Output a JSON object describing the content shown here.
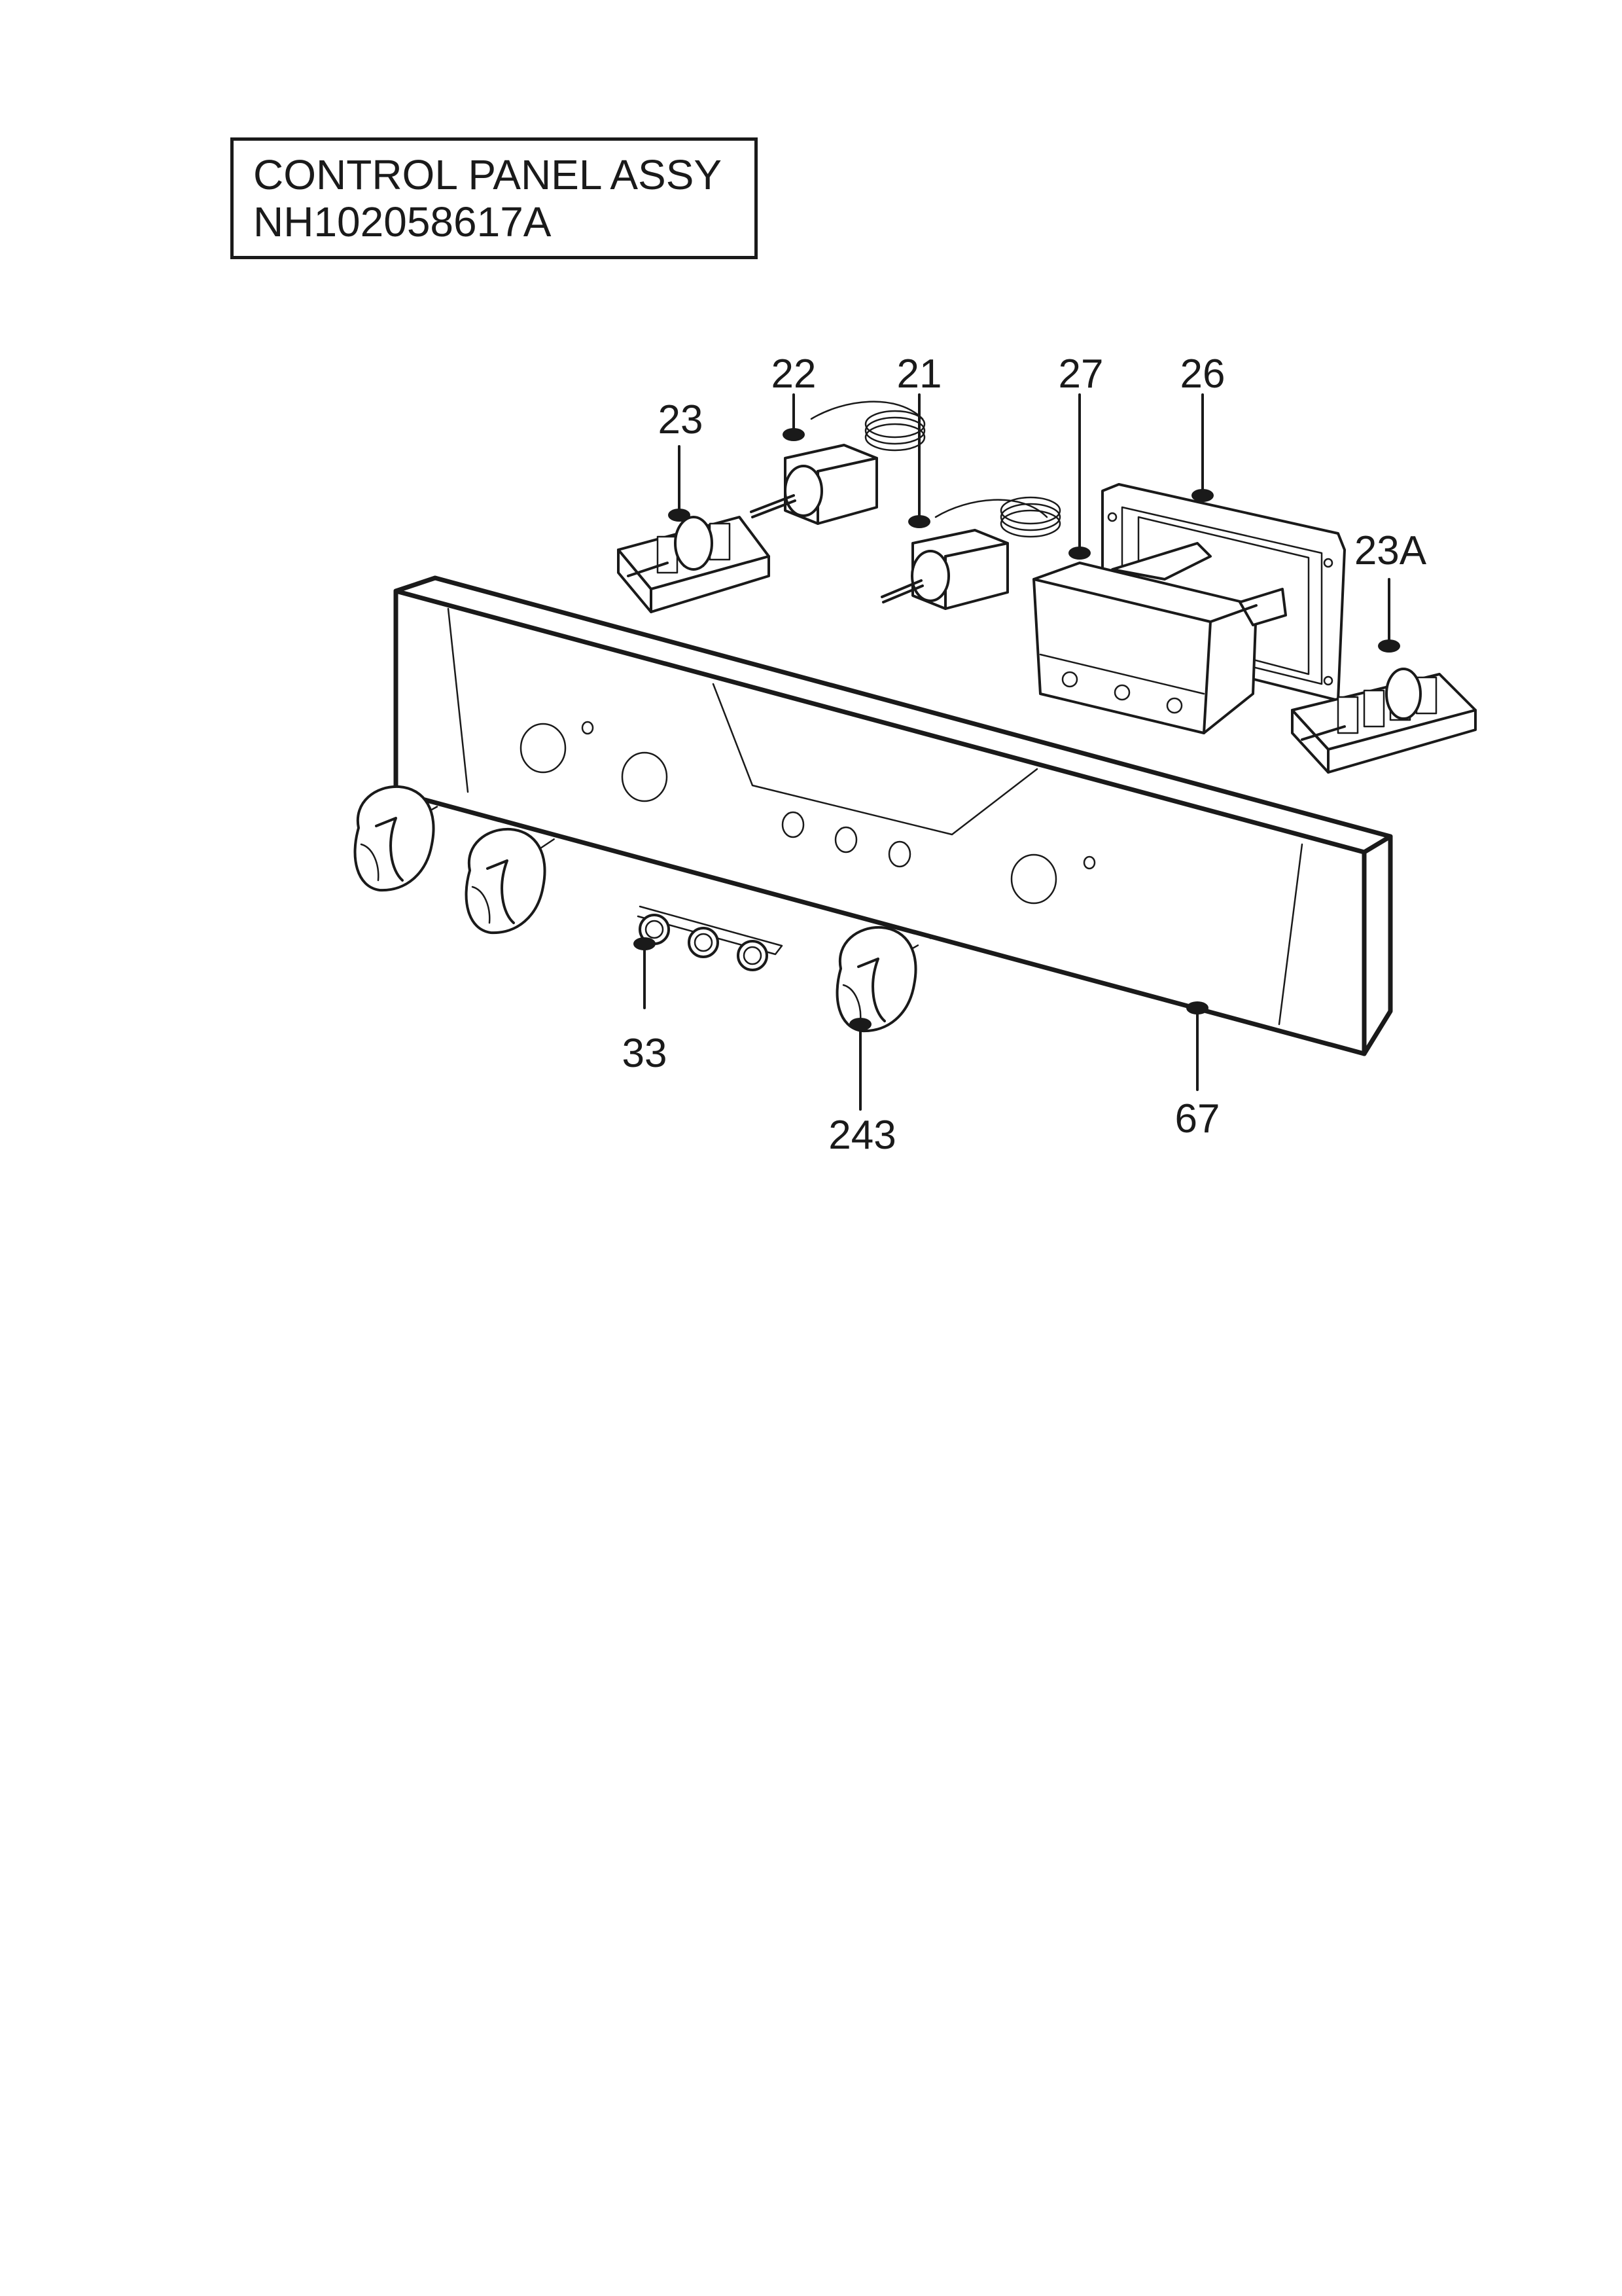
{
  "title": {
    "line1": "CONTROL PANEL ASSY",
    "line2": "NH102058617A"
  },
  "callouts": [
    {
      "id": "label-23",
      "text": "23"
    },
    {
      "id": "label-22",
      "text": "22"
    },
    {
      "id": "label-21",
      "text": "21"
    },
    {
      "id": "label-27",
      "text": "27"
    },
    {
      "id": "label-26",
      "text": "26"
    },
    {
      "id": "label-23a",
      "text": "23A"
    },
    {
      "id": "label-33",
      "text": "33"
    },
    {
      "id": "label-243",
      "text": "243"
    },
    {
      "id": "label-67",
      "text": "67"
    }
  ],
  "colors": {
    "line": "#1a1a1a",
    "background": "#ffffff"
  }
}
